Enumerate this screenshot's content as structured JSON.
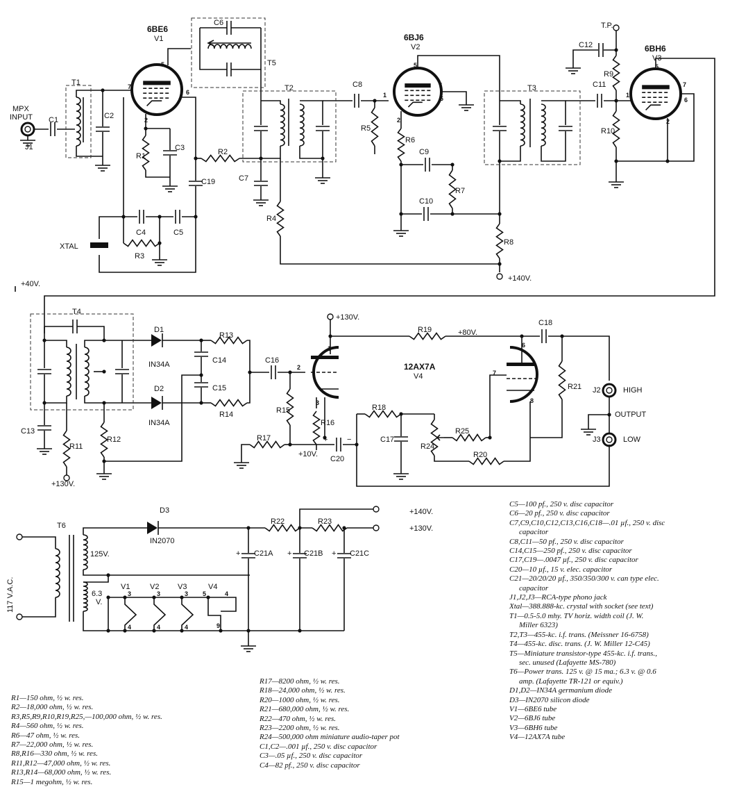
{
  "tubes": {
    "v1": {
      "type": "6BE6",
      "ref": "V1"
    },
    "v2": {
      "type": "6BJ6",
      "ref": "V2"
    },
    "v3": {
      "type": "6BH6",
      "ref": "V3"
    },
    "v4": {
      "type": "12AX7A",
      "ref": "V4"
    }
  },
  "labels": {
    "mpx_input": "MPX",
    "mpx_input2": "INPUT",
    "xtal": "XTAL",
    "tp": "T.P.",
    "plus140_top": "+140V.",
    "plus40": "+40V.",
    "plus130_v4": "+130V.",
    "plus80": "+80V.",
    "plus10": "+10V.",
    "plus130_bottom": "+130V.",
    "high": "HIGH",
    "output": "OUTPUT",
    "low": "LOW",
    "vac": "117 V.A.C.",
    "v125": "125V.",
    "v63": "6.3",
    "v63b": "V.",
    "ps_140": "+140V.",
    "ps_130": "+130V.",
    "d1": "D1",
    "d2": "D2",
    "d3": "D3",
    "d1_type": "IN34A",
    "d2_type": "IN34A",
    "d3_type": "IN2070"
  },
  "components": [
    "C1",
    "C2",
    "C3",
    "C4",
    "C5",
    "C6",
    "C7",
    "C8",
    "C9",
    "C10",
    "C11",
    "C12",
    "C13",
    "C14",
    "C15",
    "C16",
    "C17",
    "C18",
    "C19",
    "C20",
    "C21A",
    "C21B",
    "C21C",
    "R1",
    "R2",
    "R3",
    "R4",
    "R5",
    "R6",
    "R7",
    "R8",
    "R9",
    "R10",
    "R11",
    "R12",
    "R13",
    "R14",
    "R15",
    "R16",
    "R17",
    "R18",
    "R19",
    "R20",
    "R21",
    "R22",
    "R23",
    "R24",
    "R25",
    "T1",
    "T2",
    "T3",
    "T4",
    "T5",
    "T6",
    "J1",
    "J2",
    "J3"
  ],
  "heater_labels": [
    "V1",
    "V2",
    "V3",
    "V4"
  ],
  "parts_list_left": [
    "R1—150 ohm, ½ w. res.",
    "R2—18,000 ohm, ½ w. res.",
    "R3,R5,R9,R10,R19,R25,—100,000 ohm, ½ w. res.",
    "R4—560 ohm, ½ w. res.",
    "R6—47 ohm, ½ w. res.",
    "R7—22,000 ohm, ½ w. res.",
    "R8,R16—330 ohm, ½ w. res.",
    "R11,R12—47,000 ohm, ½ w. res.",
    "R13,R14—68,000 ohm, ½ w. res.",
    "R15—1 megohm, ½ w. res."
  ],
  "parts_list_middle": [
    "R17—8200 ohm, ½ w. res.",
    "R18—24,000 ohm, ½ w. res.",
    "R20—1000 ohm, ½ w. res.",
    "R21—680,000 ohm, ½ w. res.",
    "R22—470 ohm, ½ w. res.",
    "R23—2200 ohm, ½ w. res.",
    "R24—500,000 ohm miniature audio-taper pot",
    "C1,C2—.001 µf., 250 v. disc capacitor",
    "C3—.05 µf., 250 v. disc capacitor",
    "C4—82 pf., 250 v. disc capacitor"
  ],
  "parts_list_right": [
    {
      "t": "C5—100 pf., 250 v. disc capacitor",
      "i": false
    },
    {
      "t": "C6—20 pf., 250 v. disc capacitor",
      "i": false
    },
    {
      "t": "C7,C9,C10,C12,C13,C16,C18—.01 µf., 250 v. disc",
      "i": false
    },
    {
      "t": "capacitor",
      "i": true
    },
    {
      "t": "C8,C11—50 pf., 250 v. disc capacitor",
      "i": false
    },
    {
      "t": "C14,C15—250 pf., 250 v. disc capacitor",
      "i": false
    },
    {
      "t": "C17,C19—.0047 µf., 250 v. disc capacitor",
      "i": false
    },
    {
      "t": "C20—10 µf., 15 v. elec. capacitor",
      "i": false
    },
    {
      "t": "C21—20/20/20 µf., 350/350/300 v. can type elec.",
      "i": false
    },
    {
      "t": "capacitor",
      "i": true
    },
    {
      "t": "J1,J2,J3—RCA-type phono jack",
      "i": false
    },
    {
      "t": "Xtal—388.888-kc. crystal with socket (see text)",
      "i": false
    },
    {
      "t": "T1—0.5-5.0 mhy. TV horiz. width coil (J. W.",
      "i": false
    },
    {
      "t": "Miller 6323)",
      "i": true
    },
    {
      "t": "T2,T3—455-kc. i.f. trans. (Meissner 16-6758)",
      "i": false
    },
    {
      "t": "T4—455-kc. disc. trans. (J. W. Miller 12-C45)",
      "i": false
    },
    {
      "t": "T5—Miniature transistor-type 455-kc. i.f. trans.,",
      "i": false
    },
    {
      "t": "sec. unused (Lafayette MS-780)",
      "i": true
    },
    {
      "t": "T6—Power trans. 125 v. @ 15 ma.; 6.3 v. @ 0.6",
      "i": false
    },
    {
      "t": "amp. (Lafayette TR-121 or equiv.)",
      "i": true
    },
    {
      "t": "D1,D2—IN34A germanium diode",
      "i": false
    },
    {
      "t": "D3—IN2070 silicon diode",
      "i": false
    },
    {
      "t": "V1—6BE6 tube",
      "i": false
    },
    {
      "t": "V2—6BJ6 tube",
      "i": false
    },
    {
      "t": "V3—6BH6 tube",
      "i": false
    },
    {
      "t": "V4—12AX7A tube",
      "i": false
    }
  ]
}
